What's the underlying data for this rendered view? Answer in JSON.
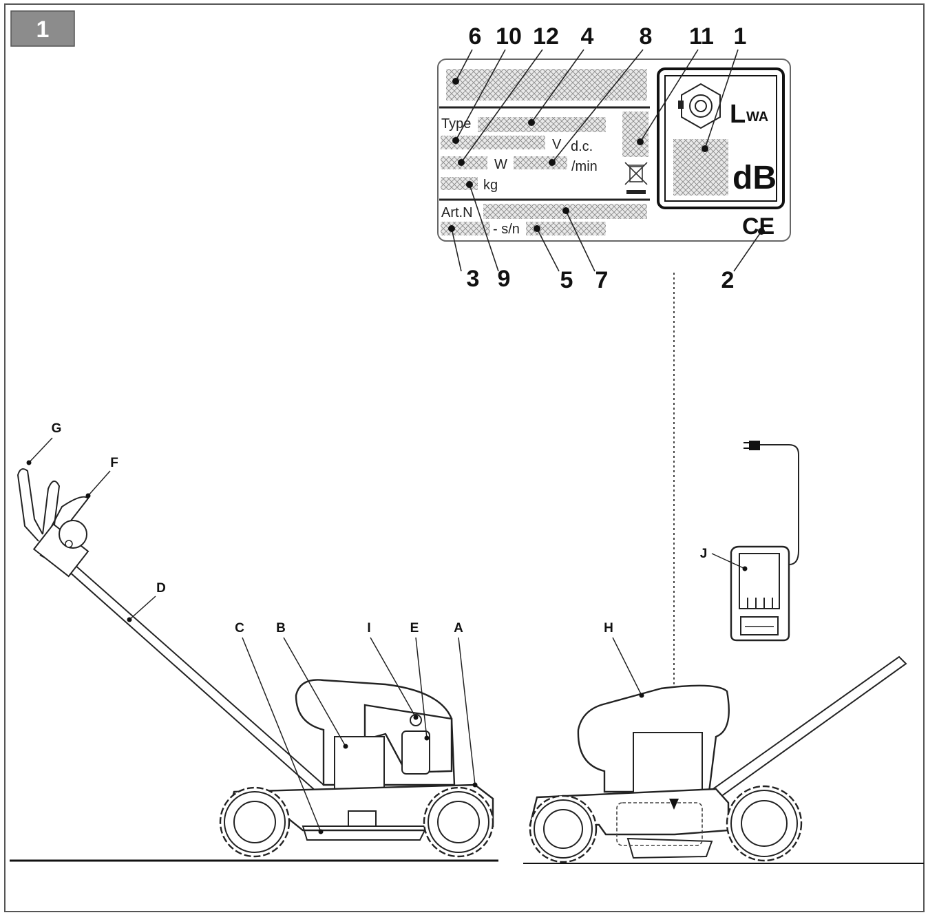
{
  "figure": {
    "number": "1"
  },
  "rating_plate": {
    "callouts_top": [
      "6",
      "10",
      "12",
      "4",
      "8",
      "11",
      "1"
    ],
    "callouts_bottom": [
      "3",
      "9",
      "5",
      "7",
      "2"
    ],
    "type_label": "Type",
    "voltage_unit": "V",
    "current_type": "d.c.",
    "power_unit": "W",
    "speed_unit": "/min",
    "weight_unit": "kg",
    "article_label": "Art.N",
    "serial_label": "- s/n",
    "sound_power_label": "L",
    "sound_power_sub": "WA",
    "sound_unit": "dB",
    "conformity_mark": "CE"
  },
  "parts": [
    "A",
    "B",
    "C",
    "D",
    "E",
    "F",
    "G",
    "H",
    "I",
    "J"
  ]
}
